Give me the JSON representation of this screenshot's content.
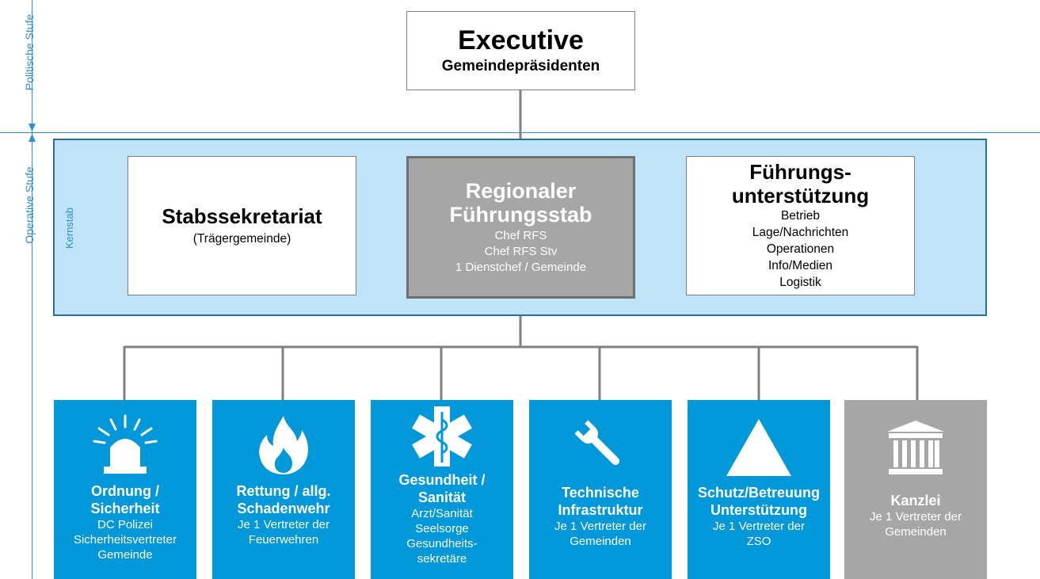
{
  "levels": {
    "political": "Politische Stufe",
    "operative": "Operative Stufe",
    "kernstab": "Kernstab"
  },
  "executive": {
    "title": "Executive",
    "subtitle": "Gemeindepräsidenten"
  },
  "stabssekretariat": {
    "title": "Stabssekretariat",
    "subtitle": "(Trägergemeinde)"
  },
  "rfs": {
    "title_line1": "Regionaler",
    "title_line2": "Führungsstab",
    "members": [
      "Chef RFS",
      "Chef RFS Stv",
      "1 Dienstchef / Gemeinde"
    ]
  },
  "fuehrungsunterstuetzung": {
    "title_line1": "Führungs-",
    "title_line2": "unterstützung",
    "items": [
      "Betrieb",
      "Lage/Nachrichten",
      "Operationen",
      "Info/Medien",
      "Logistik"
    ]
  },
  "units": [
    {
      "icon": "siren-icon",
      "title": [
        "Ordnung /",
        "Sicherheit"
      ],
      "lines": [
        "DC Polizei",
        "Sicherheitsvertreter",
        "Gemeinde"
      ],
      "color": "#0098d8"
    },
    {
      "icon": "fire-icon",
      "title": [
        "Rettung / allg.",
        "Schadenwehr"
      ],
      "lines": [
        "Je 1 Vertreter der",
        "Feuerwehren"
      ],
      "color": "#0098d8"
    },
    {
      "icon": "star-of-life-icon",
      "title": [
        "Gesundheit /",
        "Sanität"
      ],
      "lines": [
        "Arzt/Sanität",
        "Seelsorge",
        "Gesundheits-",
        "sekretäre"
      ],
      "color": "#0098d8"
    },
    {
      "icon": "wrench-icon",
      "title": [
        "Technische",
        "Infrastruktur"
      ],
      "lines": [
        "Je 1 Vertreter der",
        "Gemeinden"
      ],
      "color": "#0098d8"
    },
    {
      "icon": "triangle-icon",
      "title": [
        "Schutz/Betreuung",
        "Unterstützung"
      ],
      "lines": [
        "Je 1 Vertreter der",
        "ZSO"
      ],
      "color": "#0098d8"
    },
    {
      "icon": "building-icon",
      "title": [
        "Kanzlei"
      ],
      "lines": [
        "Je 1 Vertreter der",
        "Gemeinden"
      ],
      "color": "#a6a6a6"
    }
  ],
  "colors": {
    "accent_blue": "#0098d8",
    "kernstab_fill": "#bfe4fa",
    "level_line": "#2e8fcf",
    "connector": "#7f7f7f",
    "gray": "#a6a6a6"
  }
}
